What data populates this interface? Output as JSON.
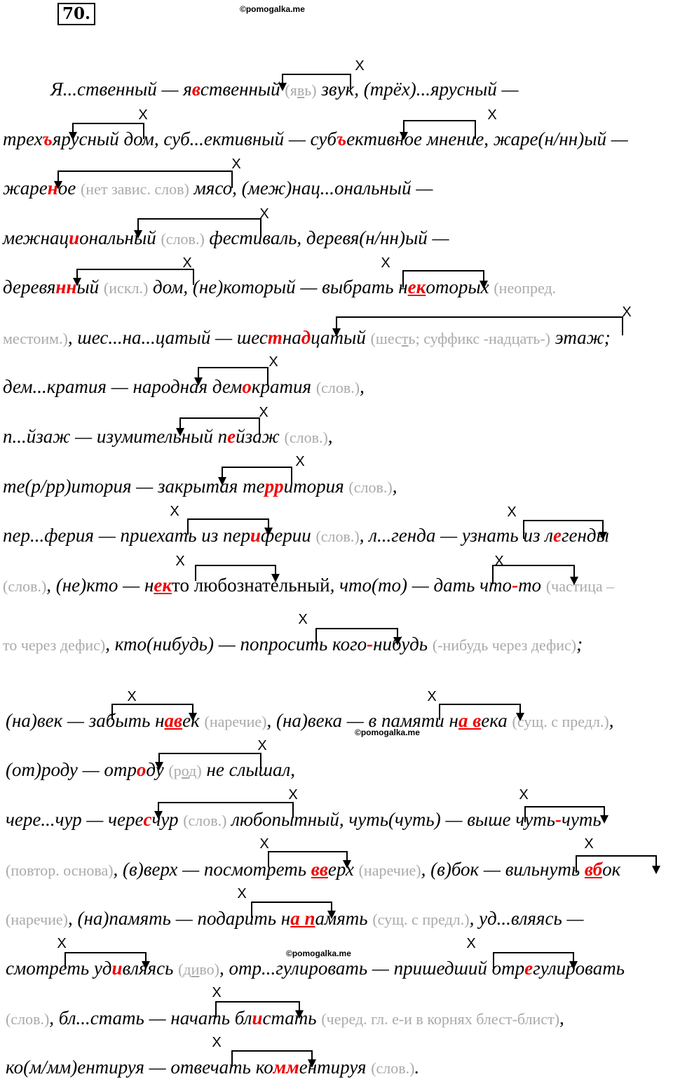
{
  "exercise_number": "70.",
  "watermark": "©pomogalka.me",
  "lines": [
    [
      {
        "t": "Я...ственный — я"
      },
      {
        "t": "в",
        "s": "r"
      },
      {
        "t": "ственный "
      },
      {
        "t": "(я",
        "s": "g"
      },
      {
        "t": "в",
        "s": "gu"
      },
      {
        "t": "ь)",
        "s": "g"
      },
      {
        "t": " звук, (трёх)...ярусный —"
      }
    ],
    [
      {
        "t": "трех"
      },
      {
        "t": "ъ",
        "s": "r"
      },
      {
        "t": "ярусный дом, суб...ективный — суб"
      },
      {
        "t": "ъ",
        "s": "r"
      },
      {
        "t": "ективное мнение, жаре(н/нн)ый —"
      }
    ],
    [
      {
        "t": "жаре"
      },
      {
        "t": "н",
        "s": "r"
      },
      {
        "t": "ое "
      },
      {
        "t": "(нет завис. слов)",
        "s": "g"
      },
      {
        "t": " мясо, (меж)нац...ональный —"
      }
    ],
    [
      {
        "t": "межнац"
      },
      {
        "t": "и",
        "s": "r"
      },
      {
        "t": "ональный "
      },
      {
        "t": "(слов.)",
        "s": "g"
      },
      {
        "t": " фестиваль, деревя(н/нн)ый —"
      }
    ],
    [
      {
        "t": "деревя"
      },
      {
        "t": "нн",
        "s": "r"
      },
      {
        "t": "ый "
      },
      {
        "t": "(искл.)",
        "s": "g"
      },
      {
        "t": " дом, (не)который — выбрать н"
      },
      {
        "t": "ек",
        "s": "ru"
      },
      {
        "t": "оторых "
      },
      {
        "t": "(неопред.",
        "s": "g"
      }
    ],
    [
      {
        "t": "местоим.)",
        "s": "g"
      },
      {
        "t": ", шес...на...цатый — шес"
      },
      {
        "t": "т",
        "s": "r"
      },
      {
        "t": "на"
      },
      {
        "t": "д",
        "s": "r"
      },
      {
        "t": "цатый "
      },
      {
        "t": "(шес",
        "s": "g"
      },
      {
        "t": "т",
        "s": "gu"
      },
      {
        "t": "ь; суффикс -надцать-)",
        "s": "g"
      },
      {
        "t": " этаж;"
      }
    ],
    [
      {
        "t": "дем...кратия — народная дем"
      },
      {
        "t": "о",
        "s": "r"
      },
      {
        "t": "кратия "
      },
      {
        "t": "(слов.)",
        "s": "g"
      },
      {
        "t": ","
      }
    ],
    [
      {
        "t": "п...йзаж — изумительный п"
      },
      {
        "t": "е",
        "s": "r"
      },
      {
        "t": "йзаж "
      },
      {
        "t": "(слов.)",
        "s": "g"
      },
      {
        "t": ","
      }
    ],
    [
      {
        "t": "те(р/рр)итория — закрытая те"
      },
      {
        "t": "рр",
        "s": "r"
      },
      {
        "t": "итория "
      },
      {
        "t": "(слов.)",
        "s": "g"
      },
      {
        "t": ","
      }
    ],
    [
      {
        "t": "пер...ферия — приехать из пер"
      },
      {
        "t": "и",
        "s": "r"
      },
      {
        "t": "ферии "
      },
      {
        "t": "(слов.)",
        "s": "g"
      },
      {
        "t": ", л...генда — узнать из л"
      },
      {
        "t": "е",
        "s": "r"
      },
      {
        "t": "генды"
      }
    ],
    [
      {
        "t": "(слов.)",
        "s": "g"
      },
      {
        "t": ", (не)кто — н"
      },
      {
        "t": "ек",
        "s": "ru"
      },
      {
        "t": "то любознательный",
        "s": "n"
      },
      {
        "t": ", что(то) — дать что"
      },
      {
        "t": "-",
        "s": "r"
      },
      {
        "t": "то "
      },
      {
        "t": "(частица –",
        "s": "g"
      }
    ],
    [
      {
        "t": "то через дефис)",
        "s": "g"
      },
      {
        "t": ", кто(нибудь) — попросить кого"
      },
      {
        "t": "-",
        "s": "r"
      },
      {
        "t": "нибудь "
      },
      {
        "t": "(-нибудь через дефис)",
        "s": "g"
      },
      {
        "t": ";"
      }
    ],
    [
      {
        "t": "(на)век — забыть н"
      },
      {
        "t": "ав",
        "s": "ru"
      },
      {
        "t": "ек "
      },
      {
        "t": "(наречие)",
        "s": "g"
      },
      {
        "t": ", (на)века — в памяти н"
      },
      {
        "t": "а в",
        "s": "ru"
      },
      {
        "t": "ека "
      },
      {
        "t": "(сущ. с предл.)",
        "s": "g"
      },
      {
        "t": ","
      }
    ],
    [
      {
        "t": "(от)роду — отр"
      },
      {
        "t": "о",
        "s": "r"
      },
      {
        "t": "ду "
      },
      {
        "t": "(р",
        "s": "g"
      },
      {
        "t": "о",
        "s": "gu"
      },
      {
        "t": "д)",
        "s": "g"
      },
      {
        "t": " не слышал,"
      }
    ],
    [
      {
        "t": "чере...чур — чере"
      },
      {
        "t": "с",
        "s": "r"
      },
      {
        "t": "чур "
      },
      {
        "t": "(слов.)",
        "s": "g"
      },
      {
        "t": " любопытный, чуть(чуть) — выше чуть"
      },
      {
        "t": "-",
        "s": "r"
      },
      {
        "t": "чуть"
      }
    ],
    [
      {
        "t": "(повтор. основа)",
        "s": "g"
      },
      {
        "t": ", (в)верх — посмотреть "
      },
      {
        "t": "вв",
        "s": "ru"
      },
      {
        "t": "ерх "
      },
      {
        "t": "(наречие)",
        "s": "g"
      },
      {
        "t": ", (в)бок — вильнуть "
      },
      {
        "t": "вб",
        "s": "ru"
      },
      {
        "t": "ок"
      }
    ],
    [
      {
        "t": "(наречие)",
        "s": "g"
      },
      {
        "t": ", (на)память — подарить н"
      },
      {
        "t": "а п",
        "s": "ru"
      },
      {
        "t": "амять "
      },
      {
        "t": "(сущ. с предл.)",
        "s": "g"
      },
      {
        "t": ", уд...вляясь —"
      }
    ],
    [
      {
        "t": "смотреть уд"
      },
      {
        "t": "и",
        "s": "r"
      },
      {
        "t": "вляясь "
      },
      {
        "t": "(д",
        "s": "g"
      },
      {
        "t": "и",
        "s": "gu"
      },
      {
        "t": "во)",
        "s": "g"
      },
      {
        "t": ", отр...гулировать — пришедший отр"
      },
      {
        "t": "е",
        "s": "r"
      },
      {
        "t": "гулировать"
      }
    ],
    [
      {
        "t": "(слов.)",
        "s": "g"
      },
      {
        "t": ", бл...стать — начать бл"
      },
      {
        "t": "и",
        "s": "r"
      },
      {
        "t": "стать "
      },
      {
        "t": "(черед. гл. е-и в корнях блест-блист)",
        "s": "g"
      },
      {
        "t": ","
      }
    ],
    [
      {
        "t": "ко(м/мм)ентируя — отвечать ко"
      },
      {
        "t": "мм",
        "s": "r"
      },
      {
        "t": "ентируя "
      },
      {
        "t": "(слов.)",
        "s": "g"
      },
      {
        "t": "."
      }
    ]
  ],
  "marker": "X"
}
